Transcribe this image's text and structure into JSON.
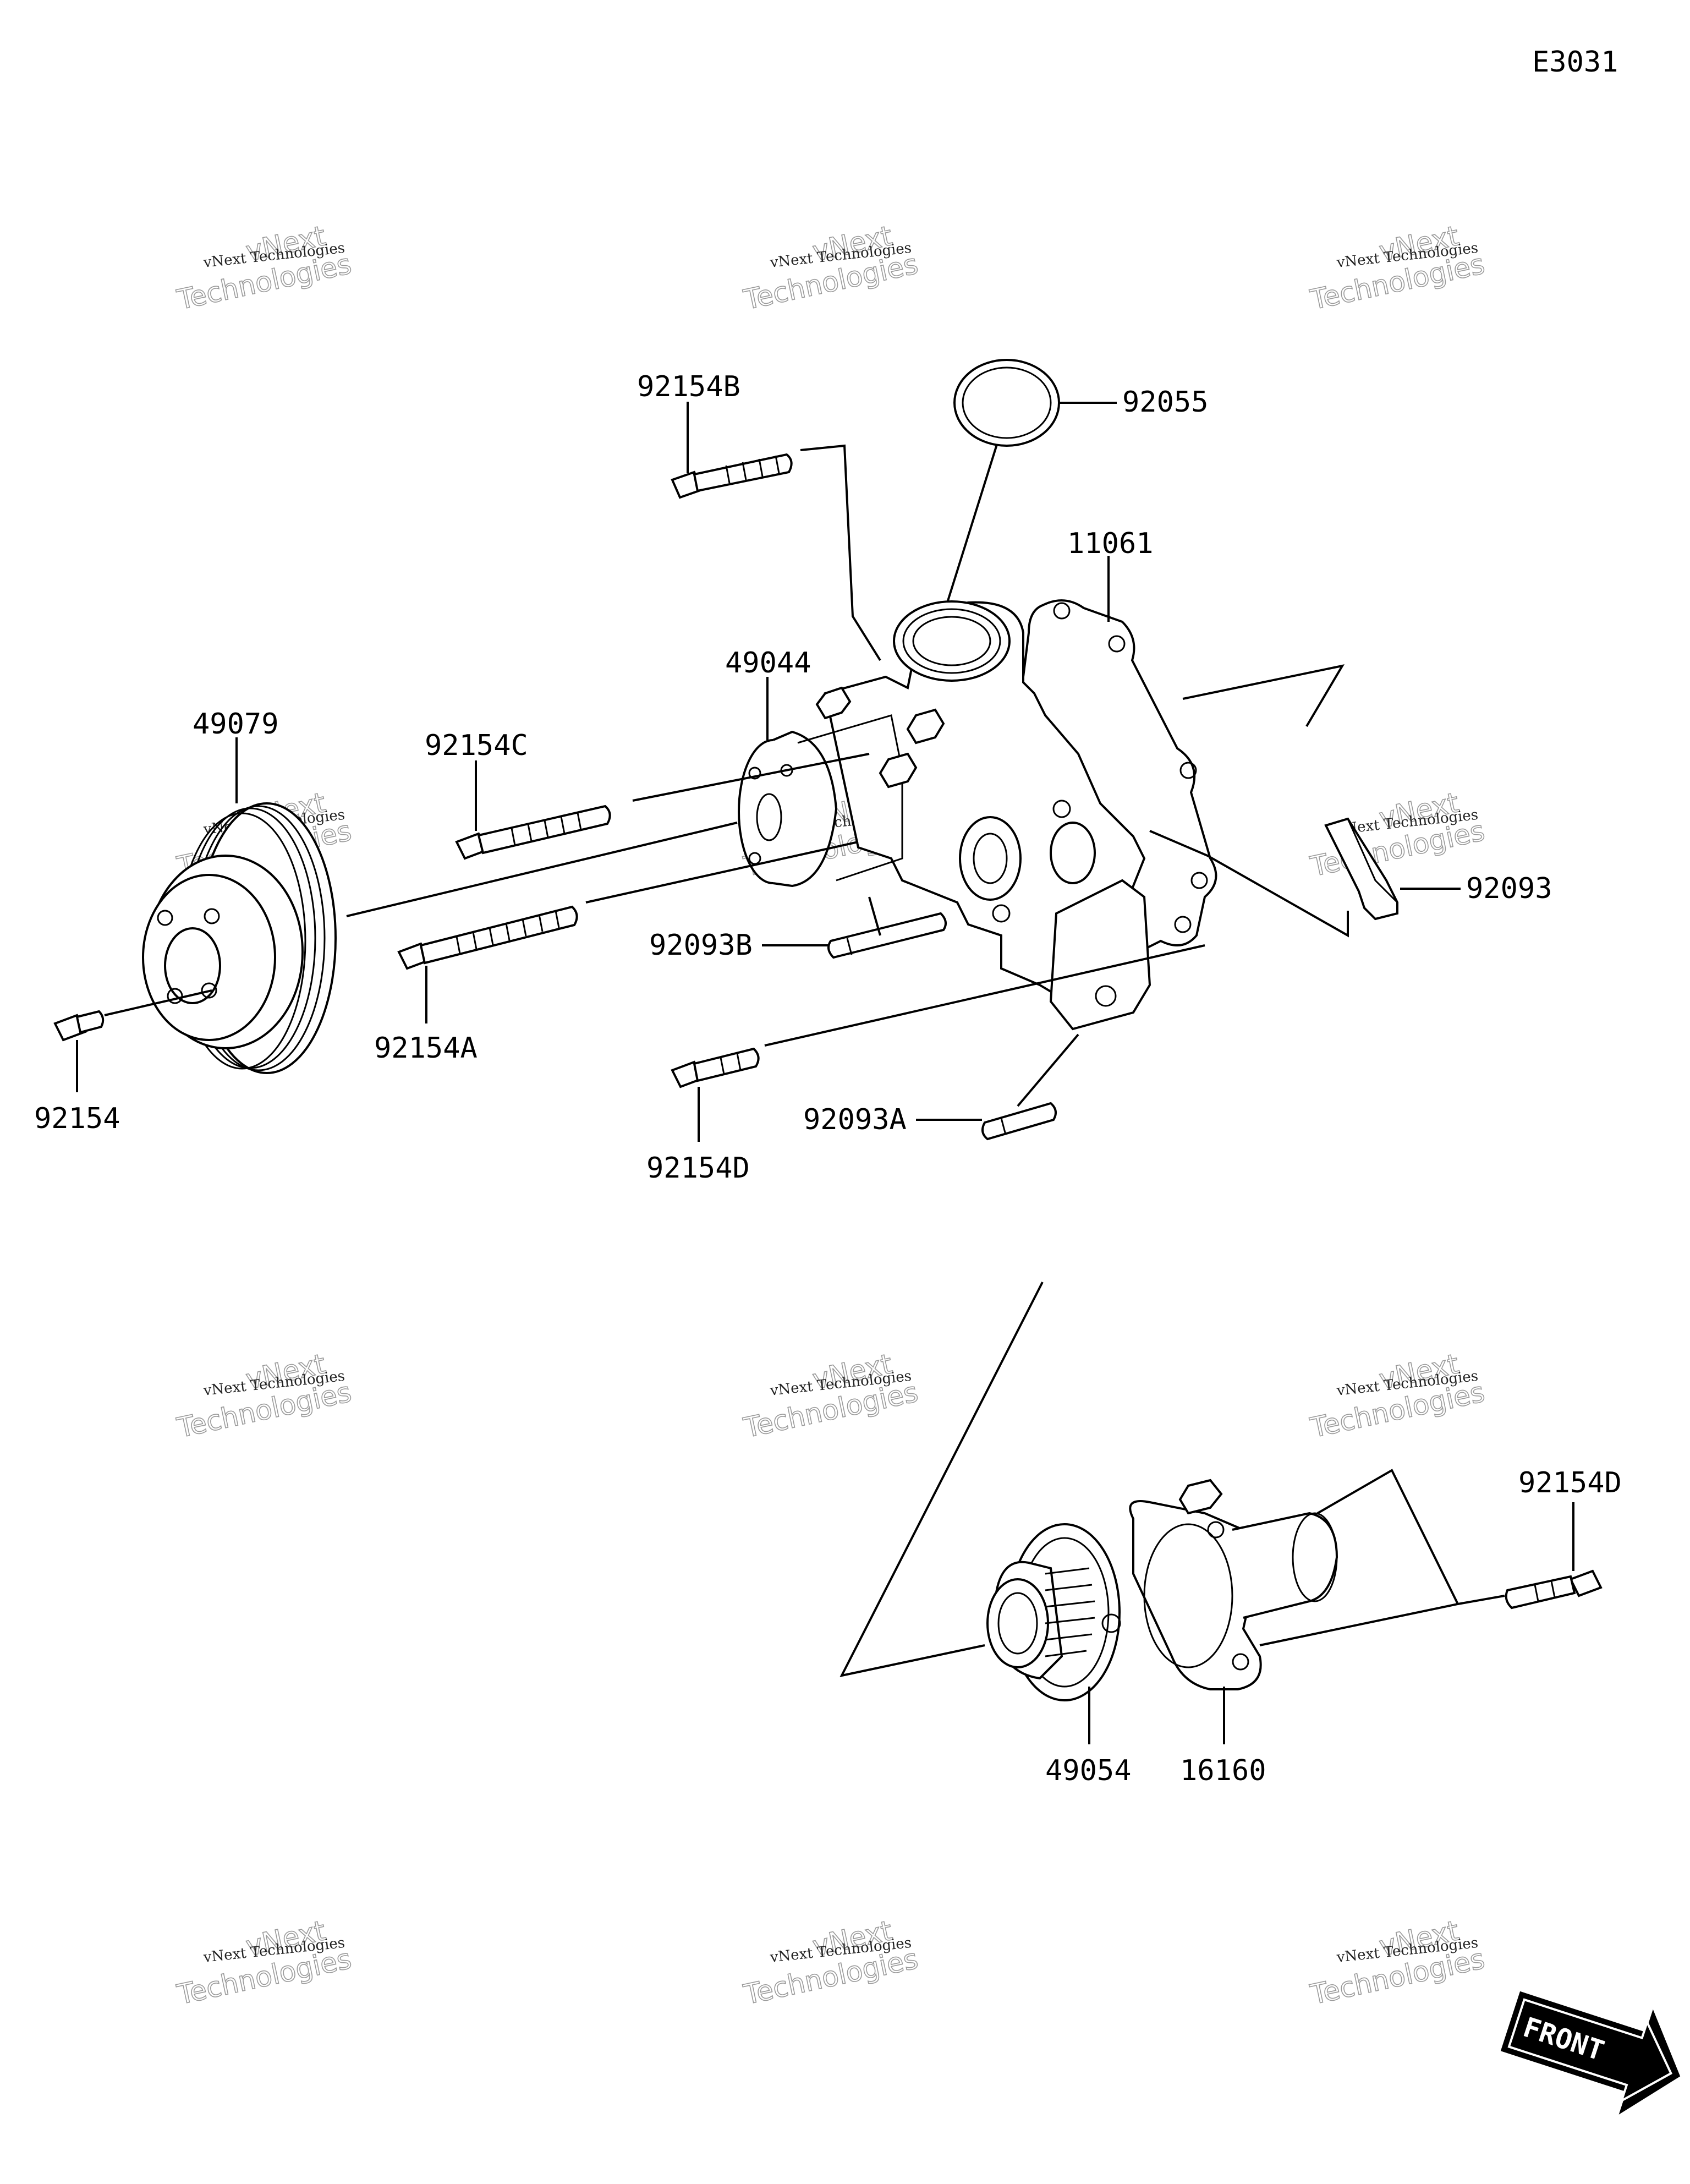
{
  "diagram_code": "E3031",
  "part_labels": {
    "p92154B": "92154B",
    "p92055": "92055",
    "p11061": "11061",
    "p49044": "49044",
    "p49079": "49079",
    "p92154C": "92154C",
    "p92093": "92093",
    "p92093B": "92093B",
    "p92154A": "92154A",
    "p92154": "92154",
    "p92093A": "92093A",
    "p92154D_upper": "92154D",
    "p92154D_lower": "92154D",
    "p49054": "49054",
    "p16160": "16160"
  },
  "watermark": {
    "line1": "vNext Technologies",
    "line2": "Technologies",
    "line3": "vNext"
  },
  "front_arrow": {
    "label": "FRONT"
  },
  "colors": {
    "line": "#000000",
    "watermark": "#9a9a9a",
    "background": "#ffffff"
  }
}
